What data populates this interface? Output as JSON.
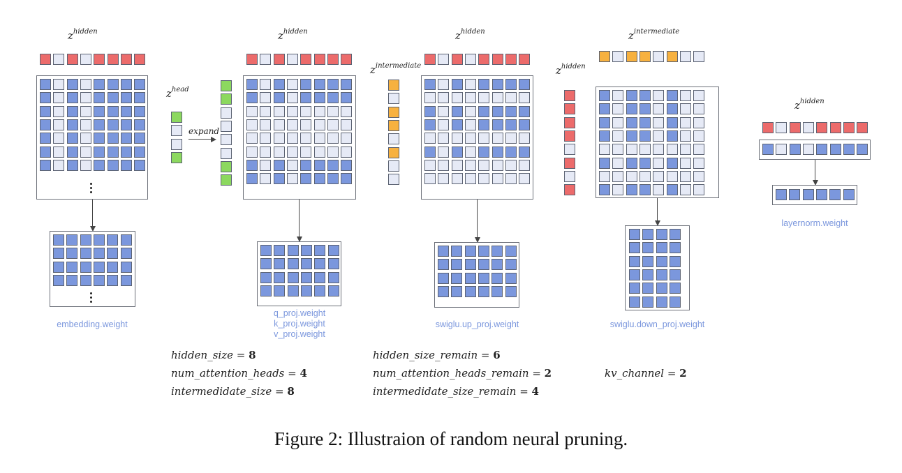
{
  "colors": {
    "kept_weight": "#7b97dd",
    "pruned": "#e6eaf6",
    "mask_hidden": "#ec6b6b",
    "mask_intermediate": "#f7b13f",
    "mask_head": "#8cd85f",
    "label_blue": "#7b97dd"
  },
  "labels": {
    "z_prefix": "z",
    "hidden": "hidden",
    "head": "head",
    "intermediate": "intermediate",
    "expand": "expand"
  },
  "masks": {
    "hidden": [
      1,
      0,
      1,
      0,
      1,
      1,
      1,
      1
    ],
    "hidden_down_proj": [
      1,
      1,
      1,
      1,
      0,
      1,
      0,
      1
    ],
    "head": [
      1,
      0,
      0,
      1
    ],
    "head_expanded": [
      1,
      1,
      0,
      0,
      0,
      0,
      1,
      1
    ],
    "intermediate_up_proj": [
      1,
      0,
      1,
      1,
      0,
      1,
      0,
      0
    ],
    "intermediate_down_proj": [
      1,
      0,
      1,
      1,
      0,
      1,
      0,
      0
    ]
  },
  "blocks": [
    {
      "id": "embedding",
      "weight_name": "embedding.weight",
      "rows_shown": 7,
      "cols": 8,
      "ellipsis": true,
      "pruned_rows": 4,
      "pruned_cols": 6
    },
    {
      "id": "qkv",
      "weight_name_lines": [
        "q_proj.weight",
        "k_proj.weight",
        "v_proj.weight"
      ],
      "rows": 8,
      "cols": 8,
      "pruned_rows": 4,
      "pruned_cols": 6
    },
    {
      "id": "up_proj",
      "weight_name": "swiglu.up_proj.weight",
      "rows": 8,
      "cols": 8,
      "pruned_rows": 4,
      "pruned_cols": 6
    },
    {
      "id": "down_proj",
      "weight_name": "swiglu.down_proj.weight",
      "rows": 8,
      "cols": 8,
      "pruned_rows": 6,
      "pruned_cols": 4
    },
    {
      "id": "layernorm",
      "weight_name": "layernorm.weight",
      "cols": 8,
      "pruned_cols": 6
    }
  ],
  "equations": {
    "original": [
      {
        "name": "hidden_size",
        "value": "8"
      },
      {
        "name": "num_attention_heads",
        "value": "4"
      },
      {
        "name": "intermedidate_size",
        "value": "8"
      }
    ],
    "remain": [
      {
        "name": "hidden_size_remain",
        "value": "6"
      },
      {
        "name": "num_attention_heads_remain",
        "value": "2"
      },
      {
        "name": "intermedidate_size_remain",
        "value": "4"
      }
    ],
    "extra": [
      {
        "name": "kv_channel",
        "value": "2"
      }
    ]
  },
  "caption": "Figure 2: Illustraion of random neural pruning."
}
